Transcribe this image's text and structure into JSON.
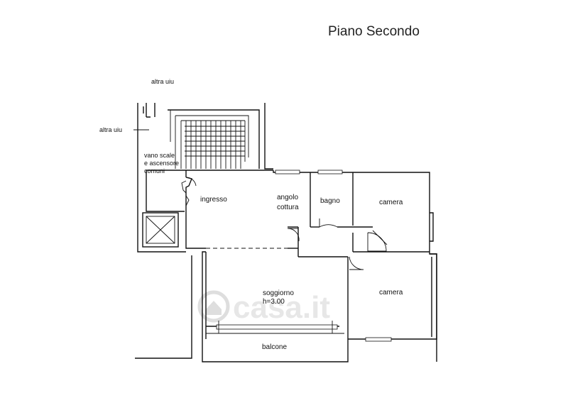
{
  "title": "Piano Secondo",
  "labels": {
    "altra_uiu_top": "altra uiu",
    "altra_uiu_left": "altra uiu",
    "vano_scale_1": "vano scale",
    "vano_scale_2": "e ascensore",
    "vano_scale_3": "comuni",
    "ingresso": "ingresso",
    "angolo_1": "angolo",
    "angolo_2": "cottura",
    "bagno": "bagno",
    "camera_top": "camera",
    "camera_bottom": "camera",
    "soggiorno_1": "soggiorno",
    "soggiorno_2": "h=3.00",
    "balcone": "balcone"
  },
  "watermark": "casa.it"
}
